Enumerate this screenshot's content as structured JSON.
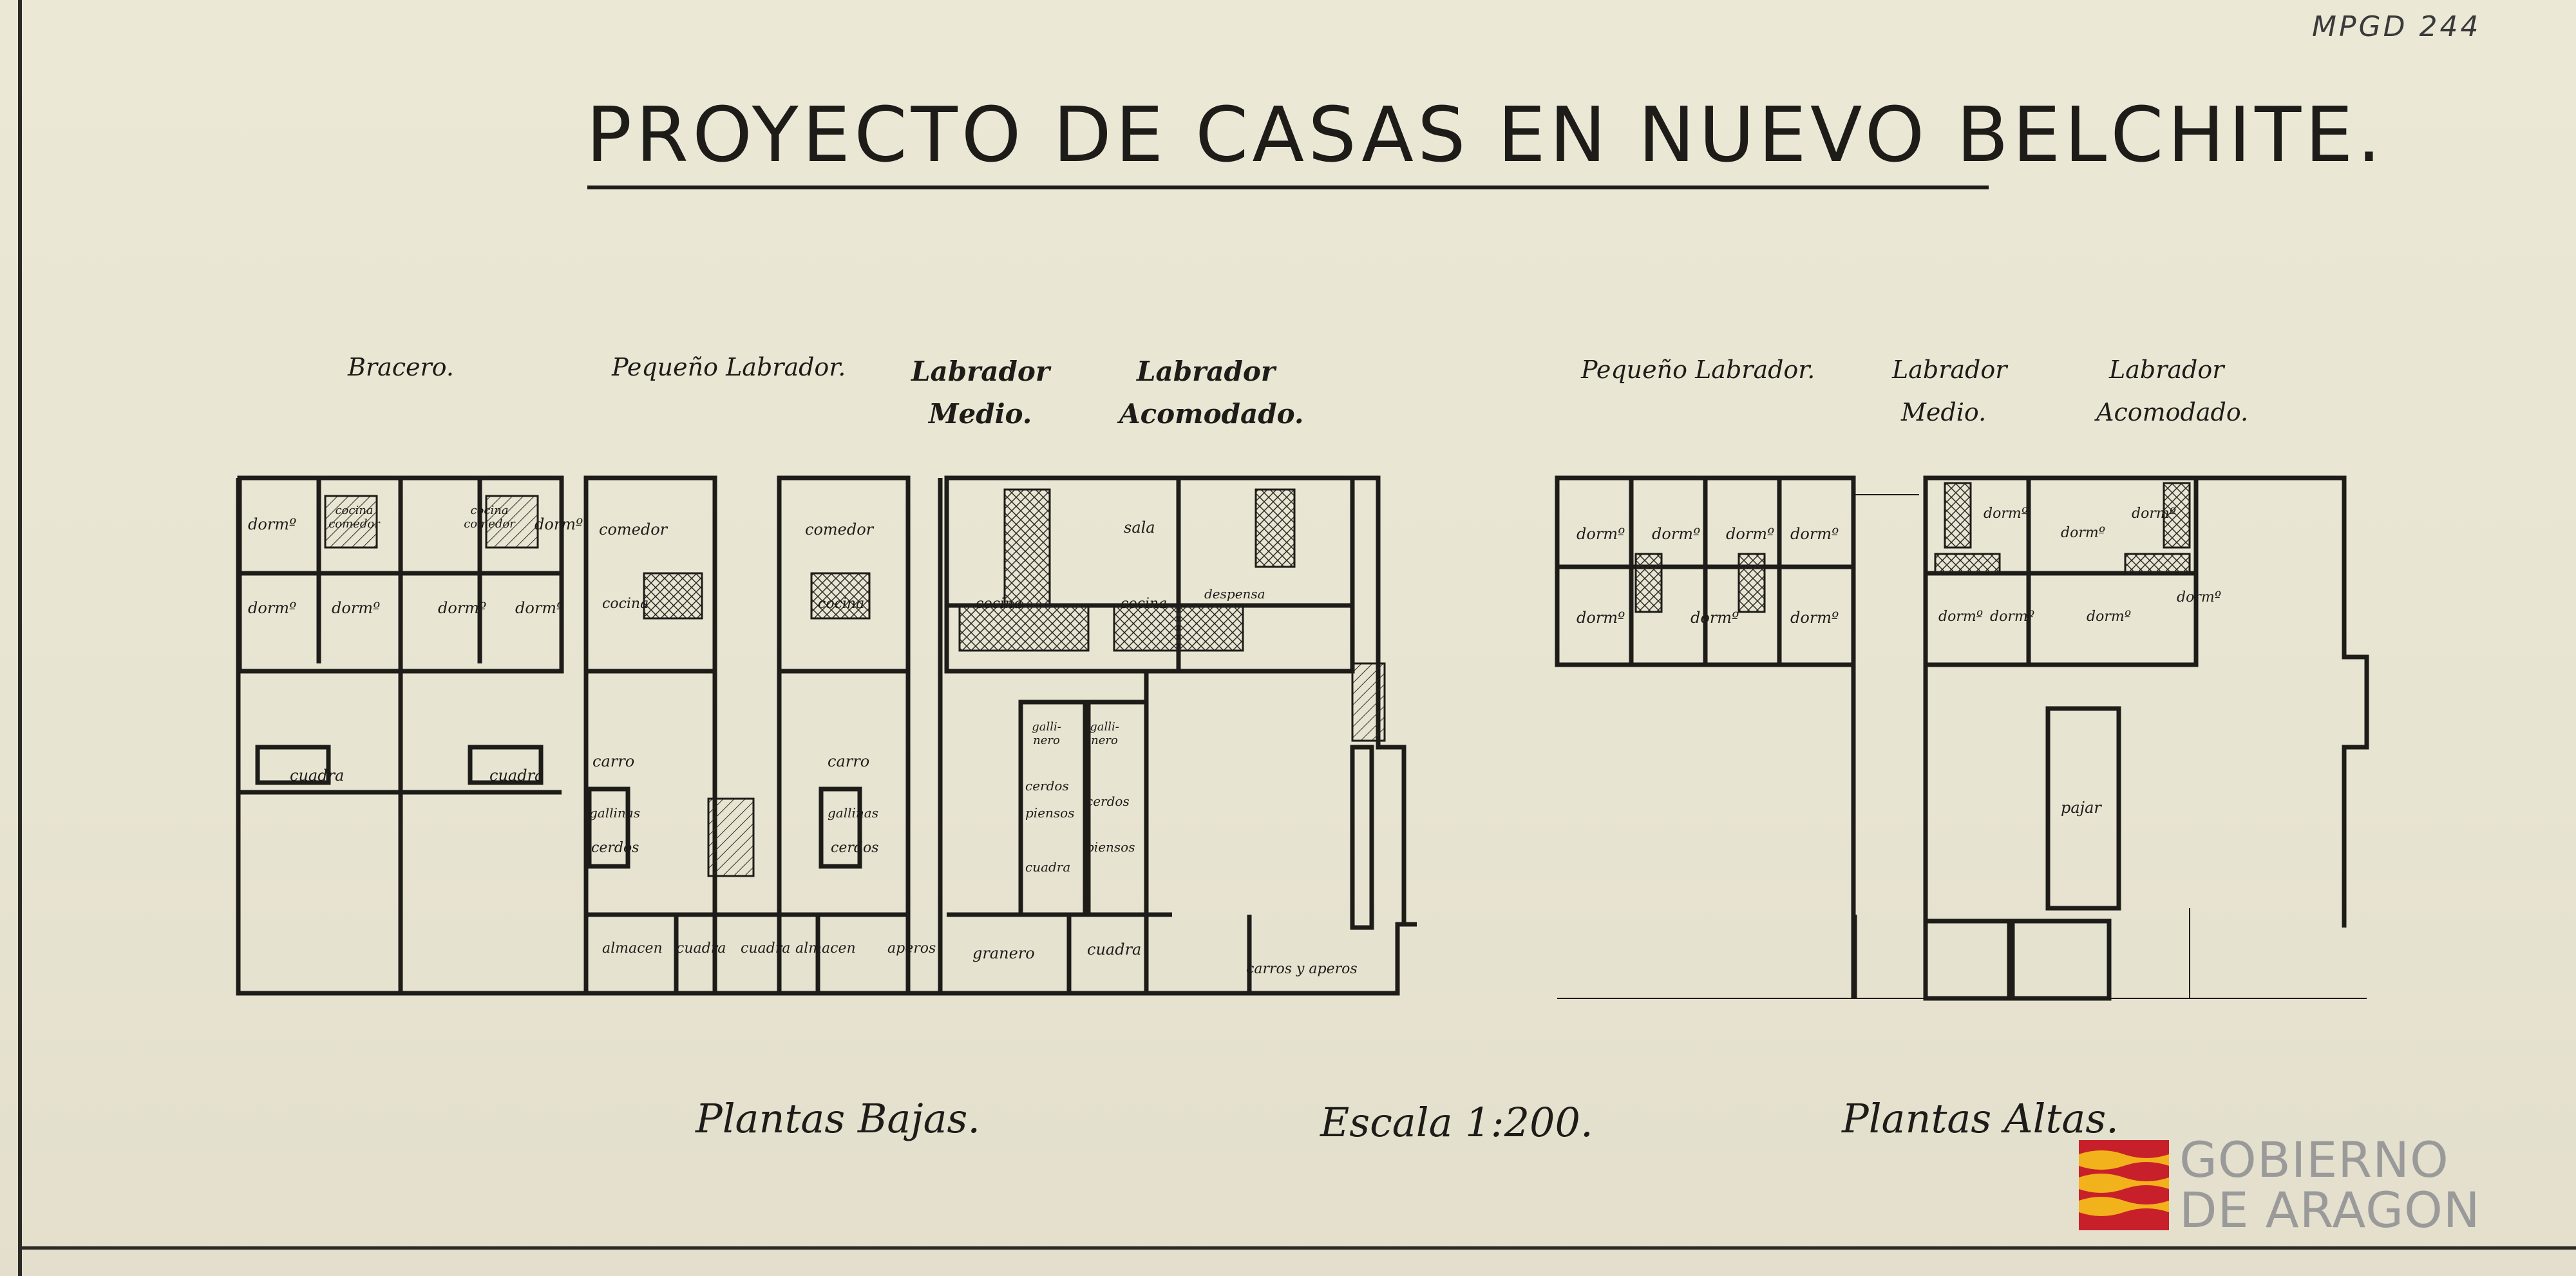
{
  "catalog_ref": "MPGD 244",
  "title": "PROYECTO DE CASAS EN NUEVO BELCHITE.",
  "ground_labels": {
    "bracero": "Bracero.",
    "pequeno_labrador": "Pequeño Labrador.",
    "labrador_medio_1": "Labrador",
    "labrador_medio_2": "Medio.",
    "labrador_acomodado_1": "Labrador",
    "labrador_acomodado_2": "Acomodado."
  },
  "upper_labels": {
    "pequeno_labrador": "Pequeño Labrador.",
    "labrador_medio_1": "Labrador",
    "labrador_medio_2": "Medio.",
    "labrador_acomodado_1": "Labrador",
    "labrador_acomodado_2": "Acomodado."
  },
  "rooms": {
    "dorm": "dormº",
    "cocina": "cocina",
    "comedor": "comedor",
    "cocina_comedor": "cocina comedor",
    "cuadra": "cuadra",
    "carro": "carro",
    "gallinas": "gallinas",
    "cerdos": "cerdos",
    "almacen": "almacen",
    "aperos": "aperos",
    "granero": "granero",
    "sala": "sala",
    "despensa": "despensa",
    "gallinero": "galli- nero",
    "piensos": "piensos",
    "carros_y_aperos": "carros y aperos",
    "pajar": "pajar"
  },
  "captions": {
    "plantas_bajas": "Plantas Bajas.",
    "escala": "Escala 1:200.",
    "plantas_altas": "Plantas Altas."
  },
  "logo": {
    "line1": "GOBIERNO",
    "line2": "DE ARAGON",
    "colors": {
      "red": "#c8202a",
      "yellow": "#f2b21c",
      "grey": "#9a9a9a"
    }
  }
}
